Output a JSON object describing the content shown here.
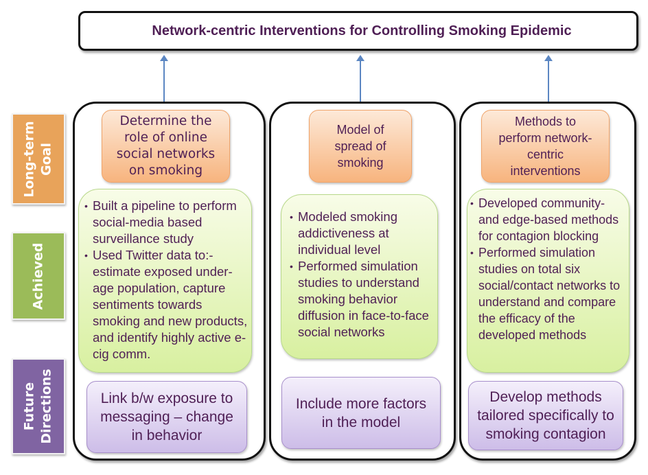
{
  "title": "Network-centric Interventions for Controlling Smoking Epidemic",
  "row_labels": {
    "goal": "Long-term\nGoal",
    "achieved": "Achieved",
    "future": "Future\nDirections"
  },
  "colors": {
    "goal_label": "#e8a35a",
    "achieved_label": "#9bbb59",
    "future_label": "#8064a2",
    "text": "#4f1f55",
    "arrow": "#5b86c2"
  },
  "columns": [
    {
      "goal": "Determine the\nrole of online\nsocial networks\non smoking",
      "achieved": [
        "Built a pipeline to perform social-media based surveillance study",
        "Used Twitter data to:- estimate exposed under-age population, capture sentiments towards smoking and new products, and identify highly active e-cig comm."
      ],
      "future": "Link b/w exposure to\nmessaging – change\nin behavior"
    },
    {
      "goal": "Model of\nspread of\nsmoking",
      "achieved": [
        "Modeled smoking addictiveness at individual level",
        "Performed simulation studies to understand smoking behavior diffusion in face-to-face social networks"
      ],
      "future": "Include more factors\nin the model"
    },
    {
      "goal": "Methods to\nperform network-\ncentric\ninterventions",
      "achieved": [
        "Developed community- and edge-based methods for contagion blocking",
        "Performed simulation studies on total six social/contact networks to understand and compare the efficacy of the developed methods"
      ],
      "future": "Develop methods\ntailored specifically to\nsmoking contagion"
    }
  ]
}
